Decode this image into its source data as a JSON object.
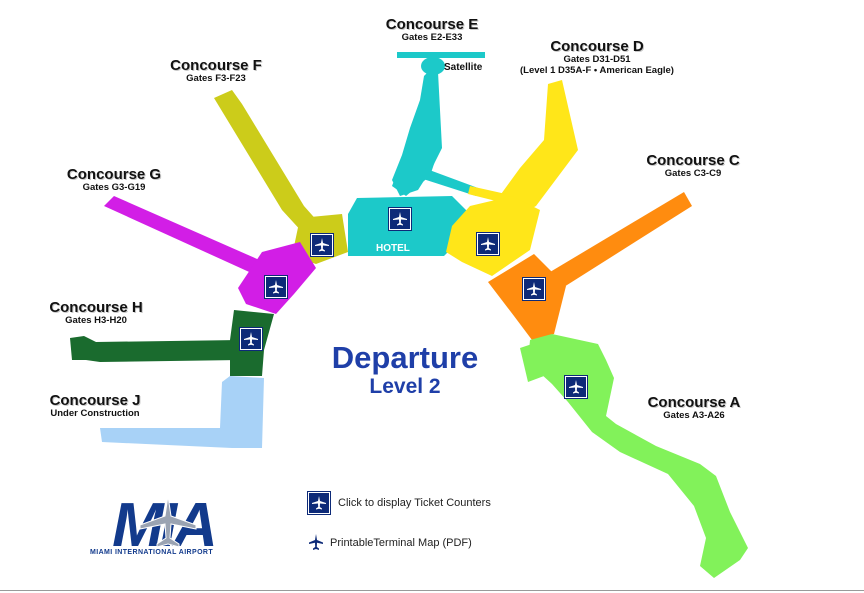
{
  "concourses": {
    "e": {
      "title": "Concourse E",
      "gates": "Gates E2-E33",
      "extra": "Satellite",
      "color": "#1cc9c9"
    },
    "d": {
      "title": "Concourse D",
      "gates": "Gates D31-D51",
      "extra": "(Level 1 D35A-F • American Eagle)",
      "color": "#ffe619"
    },
    "f": {
      "title": "Concourse F",
      "gates": "Gates F3-F23",
      "color": "#cccc1a"
    },
    "c": {
      "title": "Concourse C",
      "gates": "Gates C3-C9",
      "color": "#ff8c0f"
    },
    "g": {
      "title": "Concourse G",
      "gates": "Gates G3-G19",
      "color": "#d21ee6"
    },
    "h": {
      "title": "Concourse H",
      "gates": "Gates H3-H20",
      "color": "#1a6b2e"
    },
    "j": {
      "title": "Concourse J",
      "gates": "Under Construction",
      "color": "#a8d2f7"
    },
    "a": {
      "title": "Concourse A",
      "gates": "Gates A3-A26",
      "color": "#82f25a"
    }
  },
  "hotel_label": "HOTEL",
  "heading": {
    "line1": "Departure",
    "line2": "Level 2",
    "color": "#1f3fa8"
  },
  "logo": {
    "text": "MIA",
    "caption": "MIAMI INTERNATIONAL AIRPORT",
    "color": "#123a8c"
  },
  "legend": {
    "ticket_counters": "Click to display Ticket Counters",
    "printable_map": "PrintableTerminal Map (PDF)"
  },
  "icons": {
    "ticket_counter": "airplane-icon",
    "printable_map": "airplane-icon"
  }
}
